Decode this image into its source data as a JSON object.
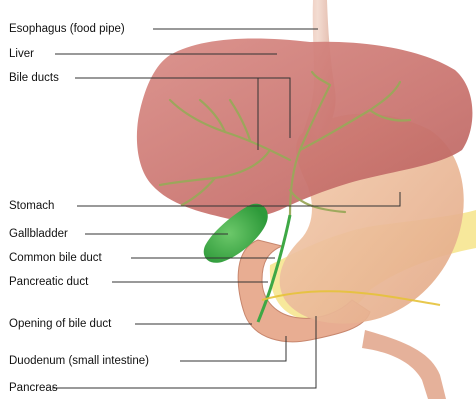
{
  "labels": {
    "esophagus": "Esophagus (food pipe)",
    "liver": "Liver",
    "bile_ducts": "Bile ducts",
    "stomach": "Stomach",
    "gallbladder": "Gallbladder",
    "common_bile_duct": "Common bile duct",
    "pancreatic_duct": "Pancreatic duct",
    "opening_of_bile_duct": "Opening of bile duct",
    "duodenum": "Duodenum (small intestine)",
    "pancreas": "Pancreas"
  },
  "colors": {
    "liver": "#d98c86",
    "stomach": "#f0bf9e",
    "gallbladder": "#3ea845",
    "pancreas": "#f4e07a",
    "bile_duct": "#8aa044",
    "esophagus": "#ecc9bc"
  }
}
